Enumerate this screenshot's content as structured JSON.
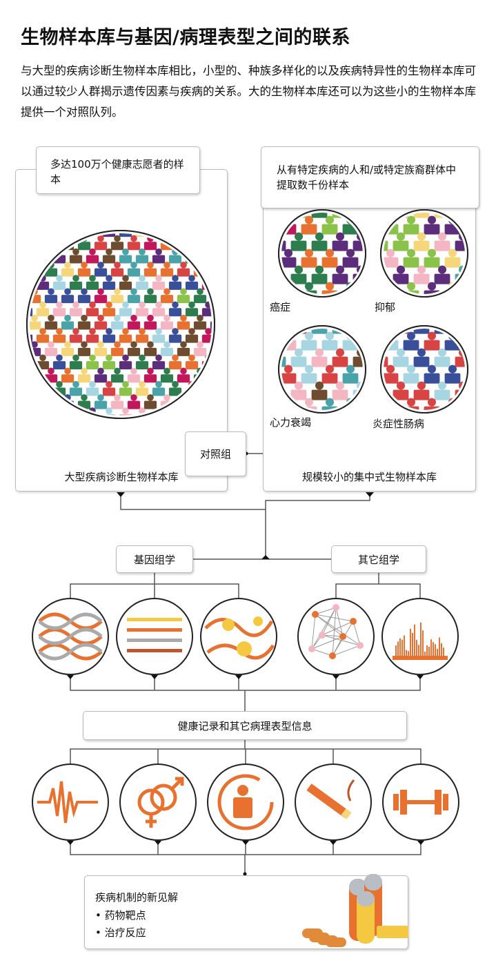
{
  "title": "生物样本库与基因/病理表型之间的联系",
  "intro": "与大型的疾病诊断生物样本库相比，小型的、种族多样化的以及疾病特异性的生物样本库可以通过较少人群揭示遗传因素与疾病的关系。大的生物样本库还可以为这些小的生物样本库提供一个对照队列。",
  "left_panel": {
    "header": "多达100万个健康志愿者的样本",
    "footer": "大型疾病诊断生物样本库"
  },
  "right_panel": {
    "header": "从有特定疾病的人和/或特定族裔群体中提取数千份样本",
    "footer": "规模较小的集中式生物样本库",
    "diseases": [
      "癌症",
      "抑郁",
      "心力衰竭",
      "炎症性肠病"
    ]
  },
  "control_group": "对照组",
  "genomics": "基因组学",
  "other_omics": "其它组学",
  "health_records": "健康记录和其它病理表型信息",
  "outcome": {
    "title": "疾病机制的新见解",
    "bullets": [
      "药物靶点",
      "治疗反应"
    ]
  },
  "colors": {
    "orange": "#e8712f",
    "line": "#555",
    "border": "#bbb"
  }
}
